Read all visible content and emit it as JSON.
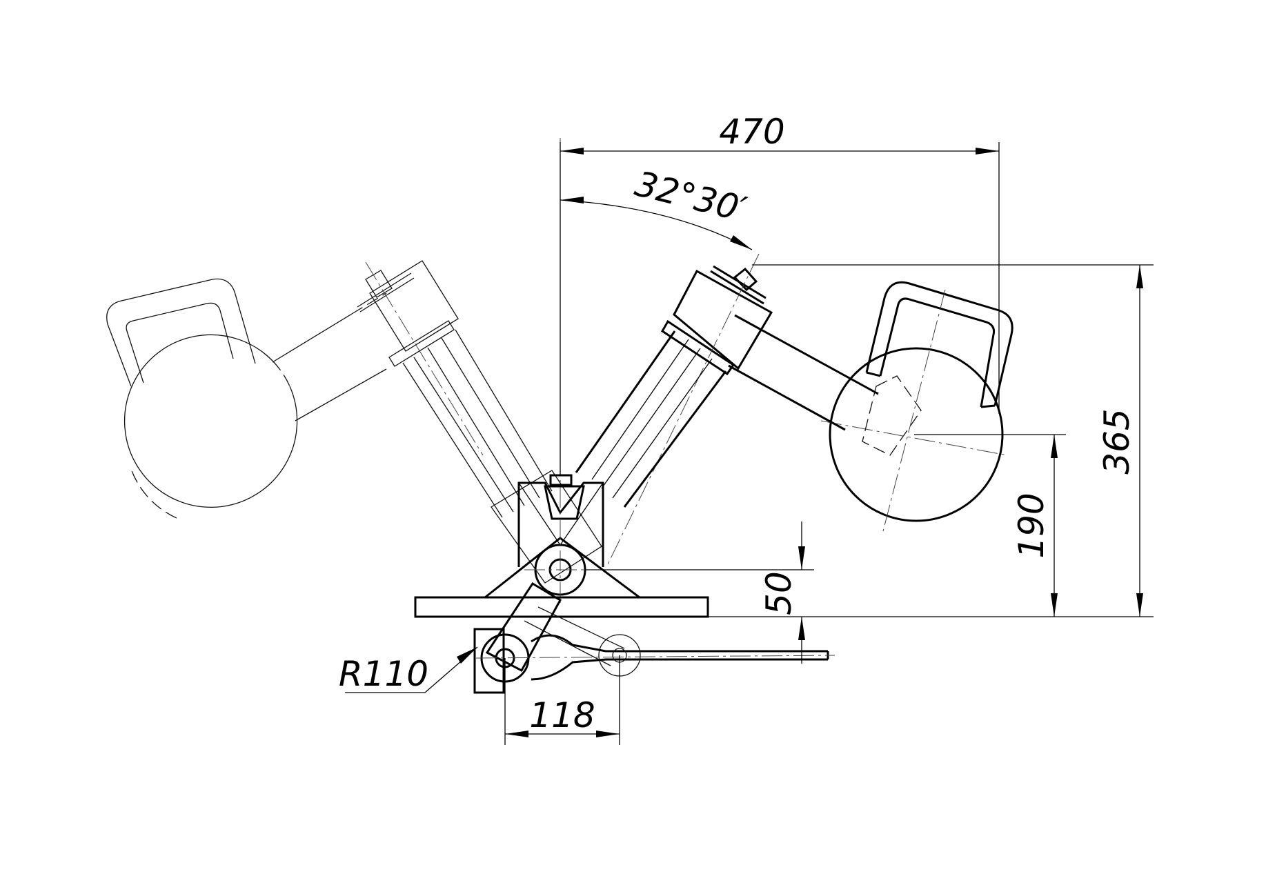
{
  "drawing": {
    "dimensions": {
      "width_470": "470",
      "angle": "32°30′",
      "height_365": "365",
      "height_190": "190",
      "height_50": "50",
      "radius": "R110",
      "spacing_118": "118"
    }
  }
}
